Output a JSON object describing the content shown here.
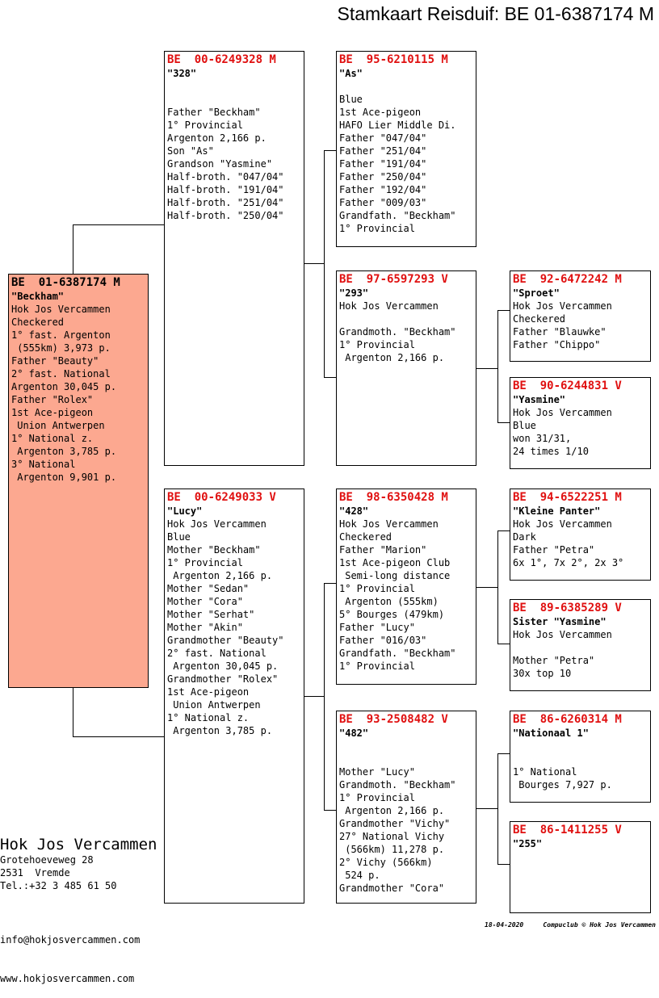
{
  "title": "Stamkaart Reisduif: BE  01-6387174 M",
  "subject": {
    "ring": "BE  01-6387174 M",
    "name": "\"Beckham\"",
    "lines": [
      "Hok Jos Vercammen",
      "Checkered",
      "1° fast. Argenton",
      " (555km) 3,973 p.",
      "Father \"Beauty\"",
      "2° fast. National",
      "Argenton 30,045 p.",
      "Father \"Rolex\"",
      "1st Ace-pigeon",
      " Union Antwerpen",
      "1° National z.",
      " Argenton 3,785 p.",
      "3° National",
      " Argenton 9,901 p."
    ]
  },
  "father": {
    "ring": "BE  00-6249328 M",
    "name": "\"328\"",
    "lines": [
      "",
      "Father \"Beckham\"",
      "1° Provincial",
      "Argenton 2,166 p.",
      "Son \"As\"",
      "Grandson \"Yasmine\"",
      "Half-broth. \"047/04\"",
      "Half-broth. \"191/04\"",
      "Half-broth. \"251/04\"",
      "Half-broth. \"250/04\""
    ]
  },
  "mother": {
    "ring": "BE  00-6249033 V",
    "name": "\"Lucy\"",
    "lines": [
      "Hok Jos Vercammen",
      "Blue",
      "Mother \"Beckham\"",
      "1° Provincial",
      " Argenton 2,166 p.",
      "Mother \"Sedan\"",
      "Mother \"Cora\"",
      "Mother \"Serhat\"",
      "Mother \"Akin\"",
      "Grandmother \"Beauty\"",
      "2° fast. National",
      " Argenton 30,045 p.",
      "Grandmother \"Rolex\"",
      "1st Ace-pigeon",
      " Union Antwerpen",
      "1° National z.",
      " Argenton 3,785 p."
    ]
  },
  "ff": {
    "ring": "BE  95-6210115 M",
    "name": "\"As\"",
    "lines": [
      "",
      "Blue",
      "1st Ace-pigeon",
      "HAFO Lier Middle Di.",
      "Father \"047/04\"",
      "Father \"251/04\"",
      "Father \"191/04\"",
      "Father \"250/04\"",
      "Father \"192/04\"",
      "Father \"009/03\"",
      "Grandfath. \"Beckham\"",
      "1° Provincial"
    ]
  },
  "fm": {
    "ring": "BE  97-6597293 V",
    "name": "\"293\"",
    "lines": [
      "Hok Jos Vercammen",
      "",
      "Grandmoth. \"Beckham\"",
      "1° Provincial",
      " Argenton 2,166 p."
    ]
  },
  "mf": {
    "ring": "BE  98-6350428 M",
    "name": "\"428\"",
    "lines": [
      "Hok Jos Vercammen",
      "Checkered",
      "Father \"Marion\"",
      "1st Ace-pigeon Club",
      " Semi-long distance",
      "1° Provincial",
      " Argenton (555km)",
      "5° Bourges (479km)",
      "Father \"Lucy\"",
      "Father \"016/03\"",
      "Grandfath. \"Beckham\"",
      "1° Provincial"
    ]
  },
  "mm": {
    "ring": "BE  93-2508482 V",
    "name": "\"482\"",
    "lines": [
      "",
      "",
      "Mother \"Lucy\"",
      "Grandmoth. \"Beckham\"",
      "1° Provincial",
      " Argenton 2,166 p.",
      "Grandmother \"Vichy\"",
      "27° National Vichy",
      " (566km) 11,278 p.",
      "2° Vichy (566km)",
      " 524 p.",
      "Grandmother \"Cora\""
    ]
  },
  "fmf": {
    "ring": "BE  92-6472242 M",
    "name": "\"Sproet\"",
    "lines": [
      "Hok Jos Vercammen",
      "Checkered",
      "Father \"Blauwke\"",
      "Father \"Chippo\""
    ]
  },
  "fmm": {
    "ring": "BE  90-6244831 V",
    "name": "\"Yasmine\"",
    "lines": [
      "Hok Jos Vercammen",
      "Blue",
      "won 31/31,",
      "24 times 1/10"
    ]
  },
  "mff": {
    "ring": "BE  94-6522251 M",
    "name": "\"Kleine Panter\"",
    "lines": [
      "Hok Jos Vercammen",
      "Dark",
      "Father \"Petra\"",
      "6x 1°, 7x 2°, 2x 3°"
    ]
  },
  "mfm": {
    "ring": "BE  89-6385289 V",
    "name": "Sister \"Yasmine\"",
    "lines": [
      "Hok Jos Vercammen",
      "",
      "Mother \"Petra\"",
      "30x top 10"
    ]
  },
  "mmf": {
    "ring": "BE  86-6260314 M",
    "name": "\"Nationaal 1\"",
    "lines": [
      "",
      "",
      "1° National",
      " Bourges 7,927 p."
    ]
  },
  "mmm": {
    "ring": "BE  86-1411255 V",
    "name": "\"255\"",
    "lines": []
  },
  "breeder": {
    "name": "Hok Jos Vercammen",
    "address": "Grotehoeveweg 28",
    "city": "2531  Vremde",
    "tel": "Tel.:+32 3 485 61 50",
    "email": "info@hokjosvercammen.com",
    "web": "www.hokjosvercammen.com"
  },
  "footer": {
    "date": "18-04-2020",
    "credit": "Compuclub © Hok Jos Vercammen"
  },
  "colors": {
    "ring": "#e01010",
    "subject_bg": "#fca890"
  }
}
